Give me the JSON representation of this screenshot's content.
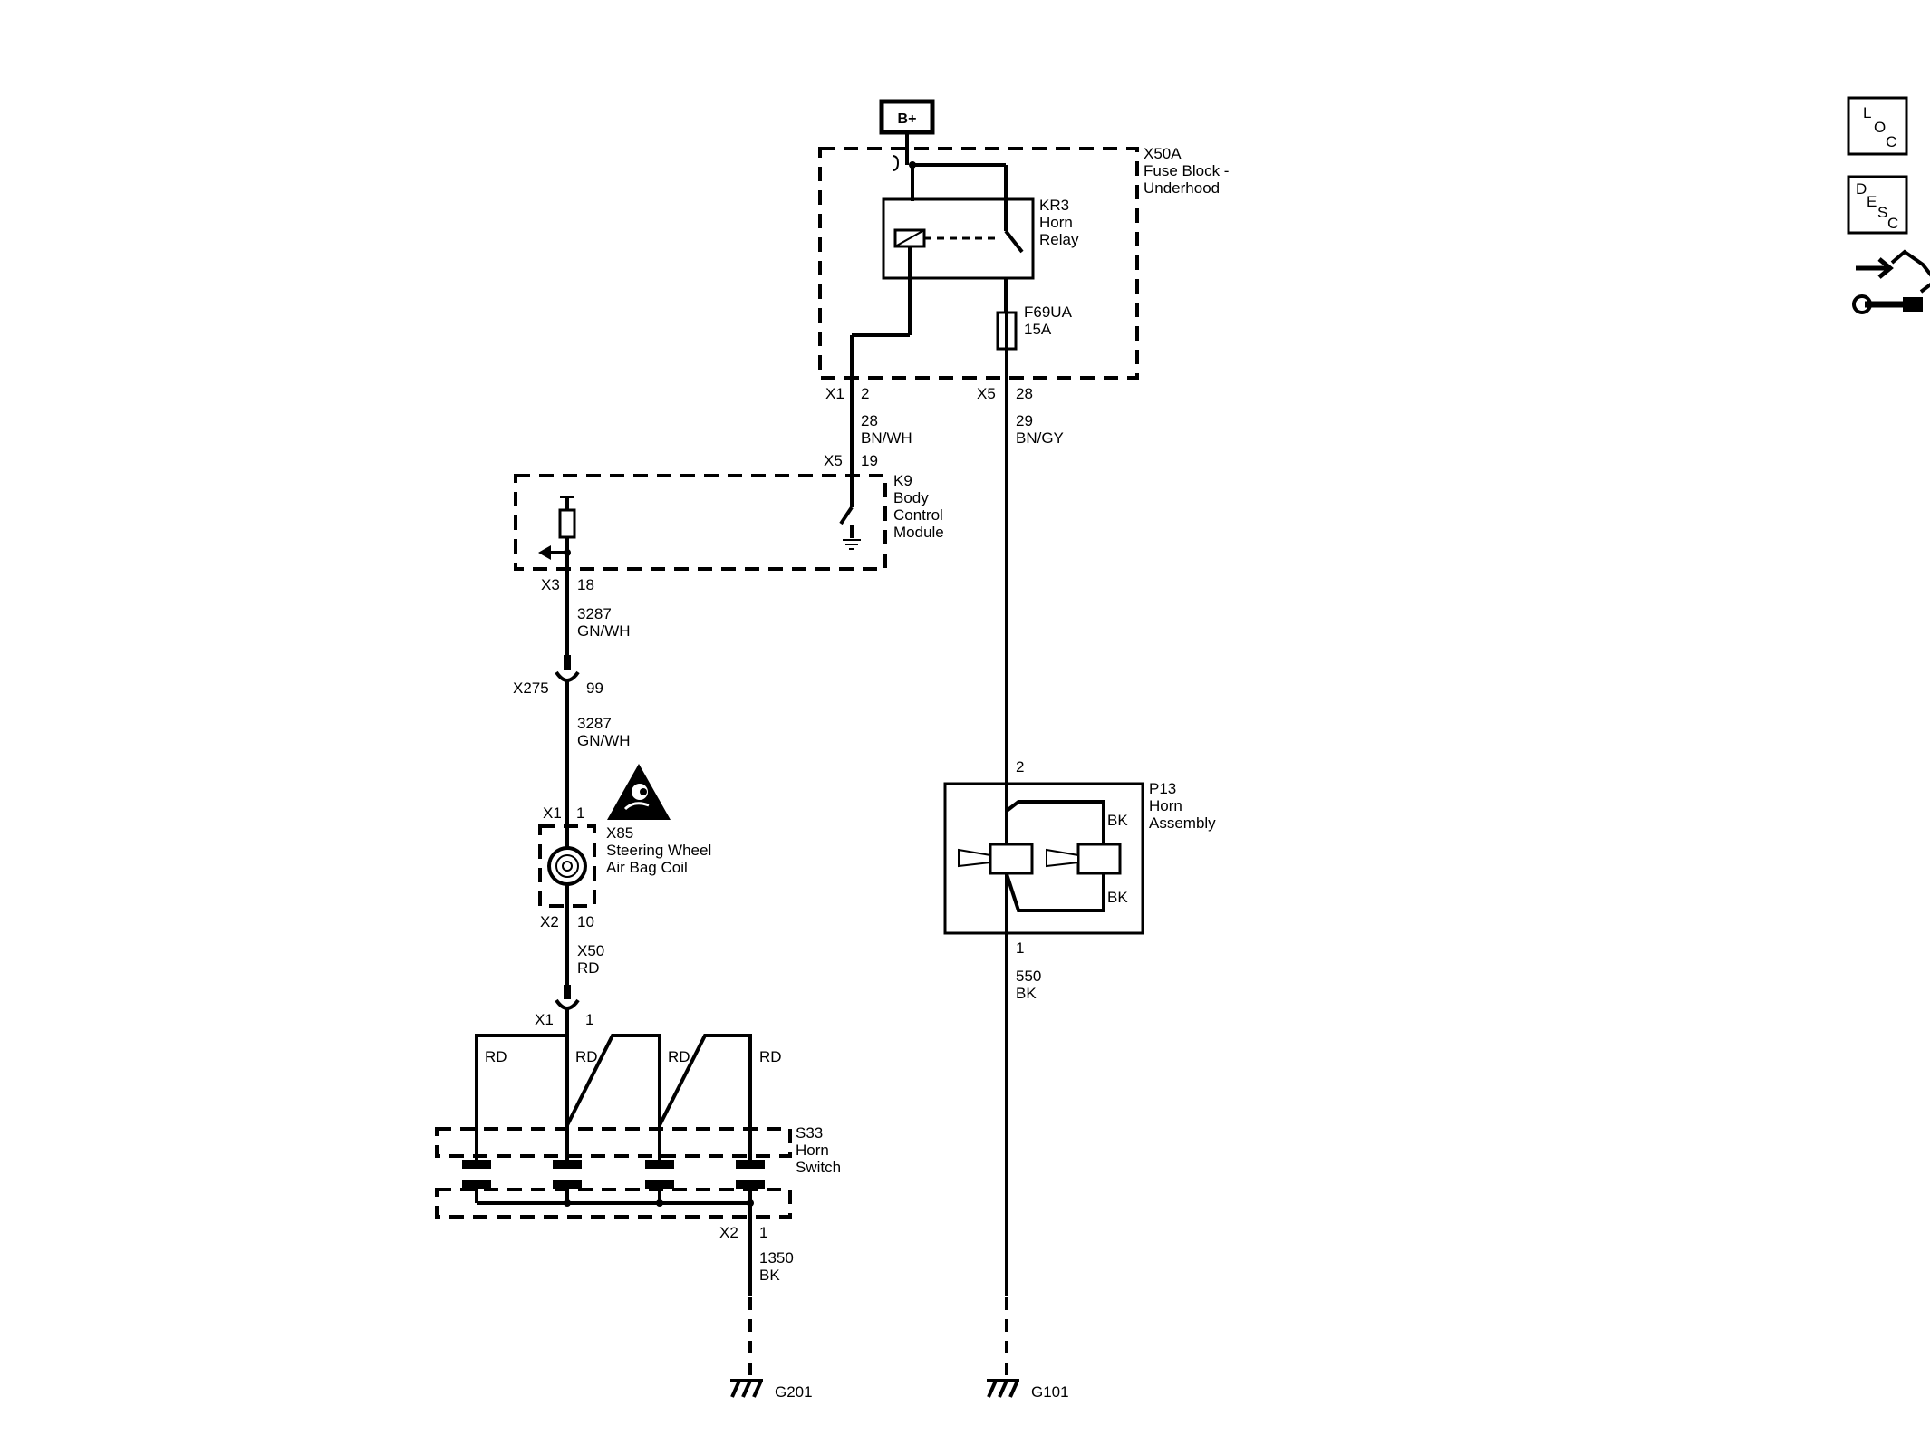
{
  "power": {
    "label": "B+"
  },
  "fuse_block": {
    "ref": "X50A",
    "line1": "Fuse Block -",
    "line2": "Underhood",
    "relay": {
      "ref": "KR3",
      "line1": "Horn",
      "line2": "Relay"
    },
    "fuse": {
      "ref": "F69UA",
      "rating": "15A"
    },
    "conn_left": {
      "conn": "X1",
      "pin": "2"
    },
    "conn_right": {
      "conn": "X5",
      "pin": "28"
    }
  },
  "wire_28": {
    "circuit": "28",
    "color": "BN/WH"
  },
  "wire_29": {
    "circuit": "29",
    "color": "BN/GY"
  },
  "bcm": {
    "ref": "K9",
    "line1": "Body",
    "line2": "Control",
    "line3": "Module",
    "conn_top": {
      "conn": "X5",
      "pin": "19"
    },
    "conn_bottom": {
      "conn": "X3",
      "pin": "18"
    }
  },
  "wire_3287a": {
    "circuit": "3287",
    "color": "GN/WH"
  },
  "inline_x275": {
    "conn": "X275",
    "pin": "99"
  },
  "wire_3287b": {
    "circuit": "3287",
    "color": "GN/WH"
  },
  "coil": {
    "ref": "X85",
    "line1": "Steering Wheel",
    "line2": "Air Bag Coil",
    "conn_top": {
      "conn": "X1",
      "pin": "1"
    },
    "conn_bottom": {
      "conn": "X2",
      "pin": "10"
    }
  },
  "wire_x50": {
    "circuit": "X50",
    "color": "RD"
  },
  "horn_switch": {
    "ref": "S33",
    "line1": "Horn",
    "line2": "Switch",
    "conn_top": {
      "conn": "X1",
      "pin": "1"
    },
    "conn_bottom": {
      "conn": "X2",
      "pin": "1"
    },
    "wire_colors": [
      "RD",
      "RD",
      "RD",
      "RD"
    ]
  },
  "wire_1350": {
    "circuit": "1350",
    "color": "BK"
  },
  "horn_assembly": {
    "ref": "P13",
    "line1": "Horn",
    "line2": "Assembly",
    "pin_top": "2",
    "pin_bottom": "1",
    "wire_top": "BK",
    "wire_bottom": "BK"
  },
  "wire_550": {
    "circuit": "550",
    "color": "BK"
  },
  "grounds": {
    "left": "G201",
    "right": "G101"
  },
  "side_buttons": {
    "loc": {
      "l1": "L",
      "l2": "O",
      "l3": "C"
    },
    "desc": {
      "l1": "D",
      "l2": "E",
      "l3": "S",
      "l4": "C"
    }
  }
}
